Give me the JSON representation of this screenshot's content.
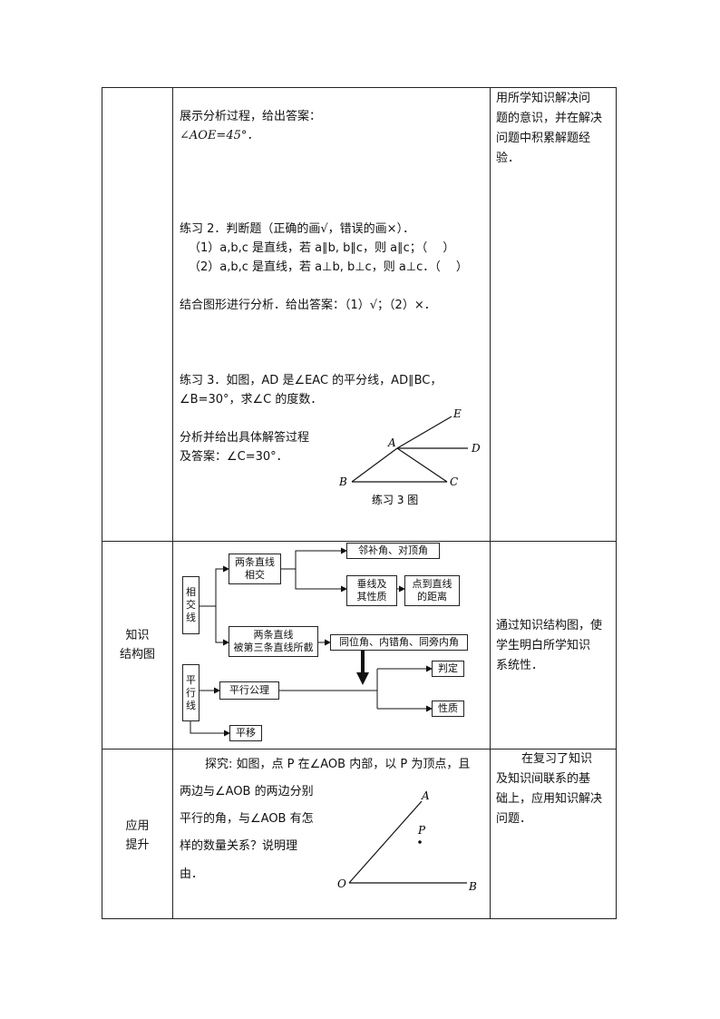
{
  "row1": {
    "activity": {
      "line1": "展示分析过程，给出答案：",
      "line2": "∠AOE=45°．",
      "ex2_title": "练习 2．判断题（正确的画√，错误的画×）．",
      "ex2_q1": "（1）a,b,c 是直线，若 a∥b, b∥c，则 a∥c；（　 ）",
      "ex2_q2": "（2）a,b,c 是直线，若 a⊥b, b⊥c，则 a⊥c．（　 ）",
      "ex2_answer": "结合图形进行分析．给出答案：（1）√；（2）×．",
      "ex3_line1": "练习 3．如图，AD 是∠EAC 的平分线，AD∥BC，",
      "ex3_line2": "∠B=30°，求∠C 的度数．",
      "ex3_ans1": "分析并给出具体解答过程",
      "ex3_ans2": "及答案：∠C=30°．",
      "fig_caption": "练习 3 图",
      "fig_labels": {
        "E": "E",
        "A": "A",
        "D": "D",
        "B": "B",
        "C": "C"
      }
    },
    "intent": [
      "用所学知识解决问",
      "题的意识，并在解决",
      "问题中积累解题经",
      "验．"
    ]
  },
  "row2": {
    "label": [
      "知识",
      "结构图"
    ],
    "diagram": {
      "xiangjiao": "相\n交\n线",
      "pingxing": "平\n行\n线",
      "liangtiao_xiangjiao": "两条直线\n相交",
      "linbu": "邻补角、对顶角",
      "chuixian": "垂线及\n其性质",
      "dian_dao": "点到直线\n的距离",
      "liangtiao_jie": "两条直线\n被第三条直线所截",
      "tongwei": "同位角、内错角、同旁内角",
      "panding": "判定",
      "gongli": "平行公理",
      "xingzhi": "性质",
      "pingyi": "平移"
    },
    "intent": [
      "通过知识结构图，使",
      "学生明白所学知识",
      "系统性．"
    ]
  },
  "row3": {
    "label": [
      "应用",
      "提升"
    ],
    "activity": {
      "line1": "探究: 如图，点 P 在∠AOB 内部，以 P 为顶点，且",
      "line2": "两边与∠AOB 的两边分别",
      "line3": "平行的角，与∠AOB 有怎",
      "line4": "样的数量关系？说明理",
      "line5": "由．",
      "fig_labels": {
        "A": "A",
        "P": "P",
        "O": "O",
        "B": "B"
      }
    },
    "intent": [
      "在复习了知识",
      "及知识间联系的基",
      "础上，应用知识解决",
      "问题．"
    ]
  }
}
